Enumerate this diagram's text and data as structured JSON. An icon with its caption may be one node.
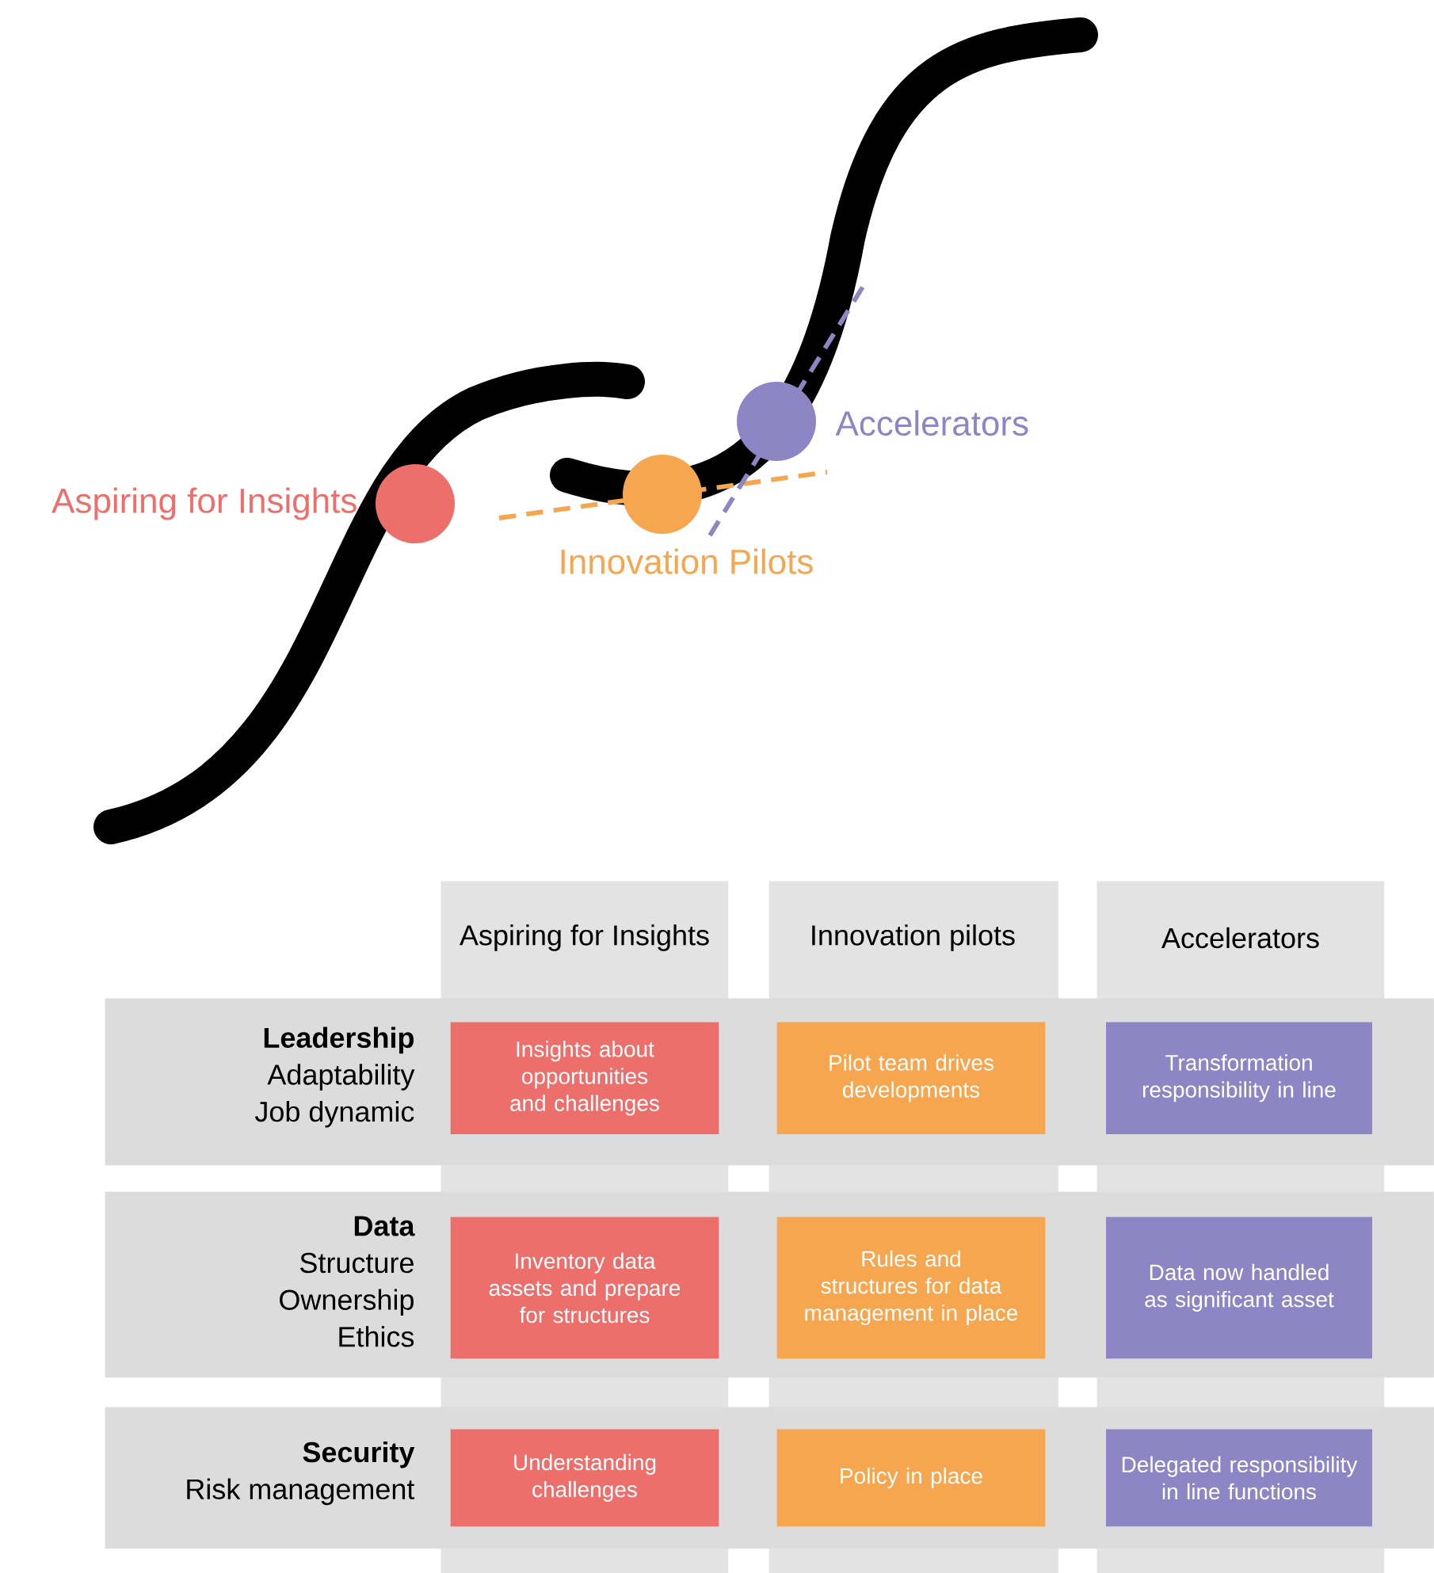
{
  "diagram": {
    "nodes": [
      {
        "text": [],
        "shape": "circle",
        "beside": [
          "Aspiring for Insights"
        ]
      },
      {
        "text": [],
        "shape": "circle",
        "beside": [
          "Innovation Pilots"
        ]
      },
      {
        "text": [],
        "shape": "circle",
        "beside": [
          "Accelerators"
        ]
      },
      {
        "text": [
          "Aspiring for Insights"
        ]
      },
      {
        "text": [
          "Innovation pilots"
        ]
      },
      {
        "text": [
          "Accelerators"
        ]
      },
      {
        "text": [
          "Leadership",
          "Adaptability",
          "Job dynamic"
        ]
      },
      {
        "text": [
          "Data",
          "Structure",
          "Ownership",
          "Ethics"
        ]
      },
      {
        "text": [
          "Security",
          "Risk management"
        ]
      },
      {
        "text": [
          "Insights about opportunities and challenges"
        ]
      },
      {
        "text": [
          "Pilot team drives developments"
        ]
      },
      {
        "text": [
          "Transformation responsibility in line"
        ]
      },
      {
        "text": [
          "Inventory data assets and prepare for structures"
        ]
      },
      {
        "text": [
          "Rules and structures for data management in place"
        ]
      },
      {
        "text": [
          "Data now handled as significant asset"
        ]
      },
      {
        "text": [
          "Understanding challenges"
        ]
      },
      {
        "text": [
          "Policy in place"
        ]
      },
      {
        "text": [
          "Delegated responsibility in line functions"
        ]
      }
    ]
  }
}
